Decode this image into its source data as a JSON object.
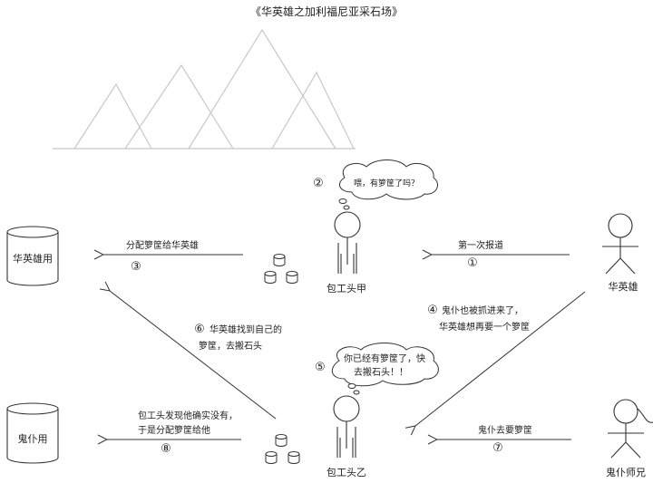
{
  "title": "《华英雄之加利福尼亚采石场》",
  "actors": {
    "hero": "华英雄",
    "kid": "鬼仆师兄",
    "foreman_a": "包工头甲",
    "foreman_b": "包工头乙"
  },
  "cylinders": {
    "hero_use": "华英雄用",
    "kid_use": "鬼仆用"
  },
  "bubbles": {
    "b2": "喂，有箩筐了吗？",
    "b5_line1": "你已经有箩筐了，快",
    "b5_line2": "去搬石头！！"
  },
  "steps": {
    "s1": {
      "num": "①",
      "label": "第一次报道"
    },
    "s2": {
      "num": "②"
    },
    "s3": {
      "num": "③",
      "label": "分配箩筐给华英雄"
    },
    "s4": {
      "num": "④",
      "line1": "鬼仆也被抓进来了，",
      "line2": "华英雄想再要一个箩筐"
    },
    "s5": {
      "num": "⑤"
    },
    "s6": {
      "num": "⑥",
      "line1": "华英雄找到自己的",
      "line2": "箩筐，去搬石头"
    },
    "s7": {
      "num": "⑦",
      "label": "鬼仆去要箩筐"
    },
    "s8": {
      "num": "⑧",
      "line1": "包工头发现他确实没有，",
      "line2": "于是分配箩筐给他"
    }
  }
}
